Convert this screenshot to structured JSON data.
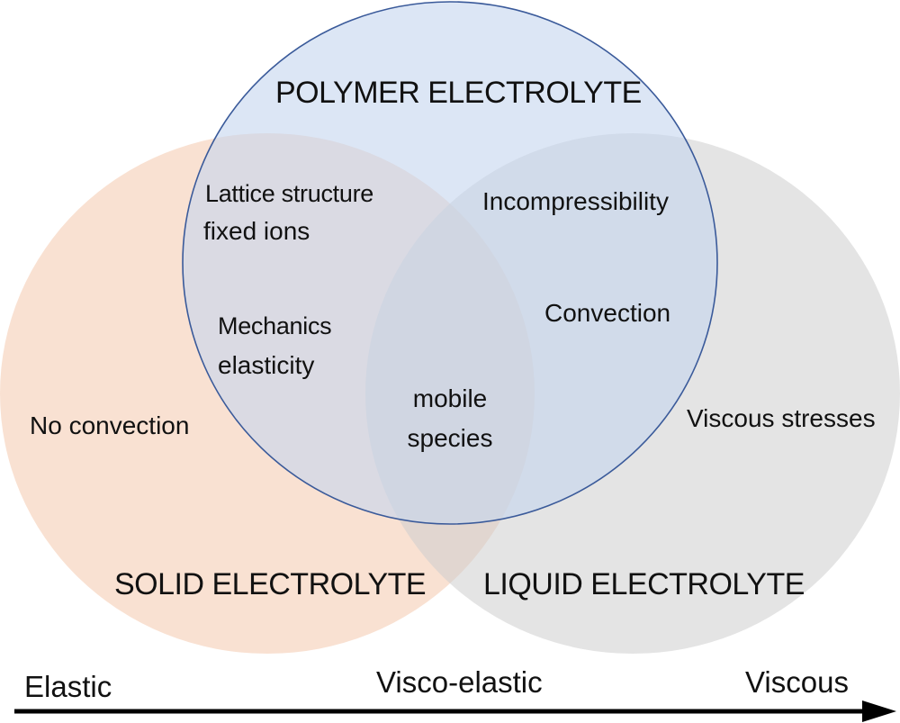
{
  "sets": {
    "polymer": {
      "title": "POLYMER ELECTROLYTE",
      "fill": "#c5d6ee",
      "stroke": "#3a5a9a"
    },
    "solid": {
      "title": "SOLID ELECTROLYTE",
      "fill": "#f4c8ad"
    },
    "liquid": {
      "title": "LIQUID ELECTROLYTE",
      "fill": "#cdcdcd"
    }
  },
  "labels": {
    "lattice_heading": "Lattice structure",
    "lattice_detail": "fixed ions",
    "mechanics_heading": "Mechanics",
    "mechanics_detail": "elasticity",
    "incompressibility": "Incompressibility",
    "convection": "Convection",
    "mobile_line1": "mobile",
    "mobile_line2": "species",
    "no_convection": "No convection",
    "viscous_stresses": "Viscous stresses"
  },
  "axis": {
    "left": "Elastic",
    "middle": "Visco-elastic",
    "right": "Viscous",
    "arrow_color": "#000000"
  }
}
